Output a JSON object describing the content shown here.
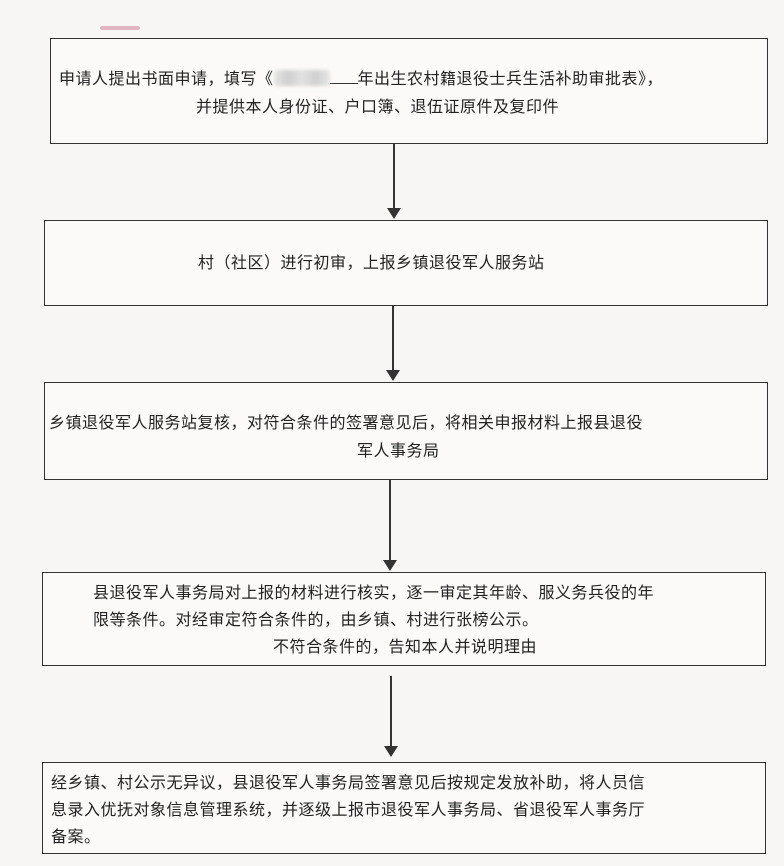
{
  "flowchart": {
    "step1": {
      "line1_prefix": "申请人提出书面申请，填写《",
      "line1_suffix": "年出生农村籍退役士兵生活补助审批表》，",
      "line2": "并提供本人身份证、户口簿、退伍证原件及复印件"
    },
    "step2": {
      "line1": "村（社区）进行初审，上报乡镇退役军人服务站"
    },
    "step3": {
      "line1": "乡镇退役军人服务站复核，对符合条件的签署意见后，将相关申报材料上报县退役",
      "line2": "军人事务局"
    },
    "step4": {
      "line1": "县退役军人事务局对上报的材料进行核实，逐一审定其年龄、服义务兵役的年",
      "line2": "限等条件。对经审定符合条件的，由乡镇、村进行张榜公示。",
      "line3": "不符合条件的，告知本人并说明理由"
    },
    "step5": {
      "line1": "经乡镇、村公示无异议，县退役军人事务局签署意见后按规定发放补助，将人员信",
      "line2": "息录入优抚对象信息管理系统，并逐级上报市退役军人事务局、省退役军人事务厅",
      "line3": "备案。"
    }
  }
}
